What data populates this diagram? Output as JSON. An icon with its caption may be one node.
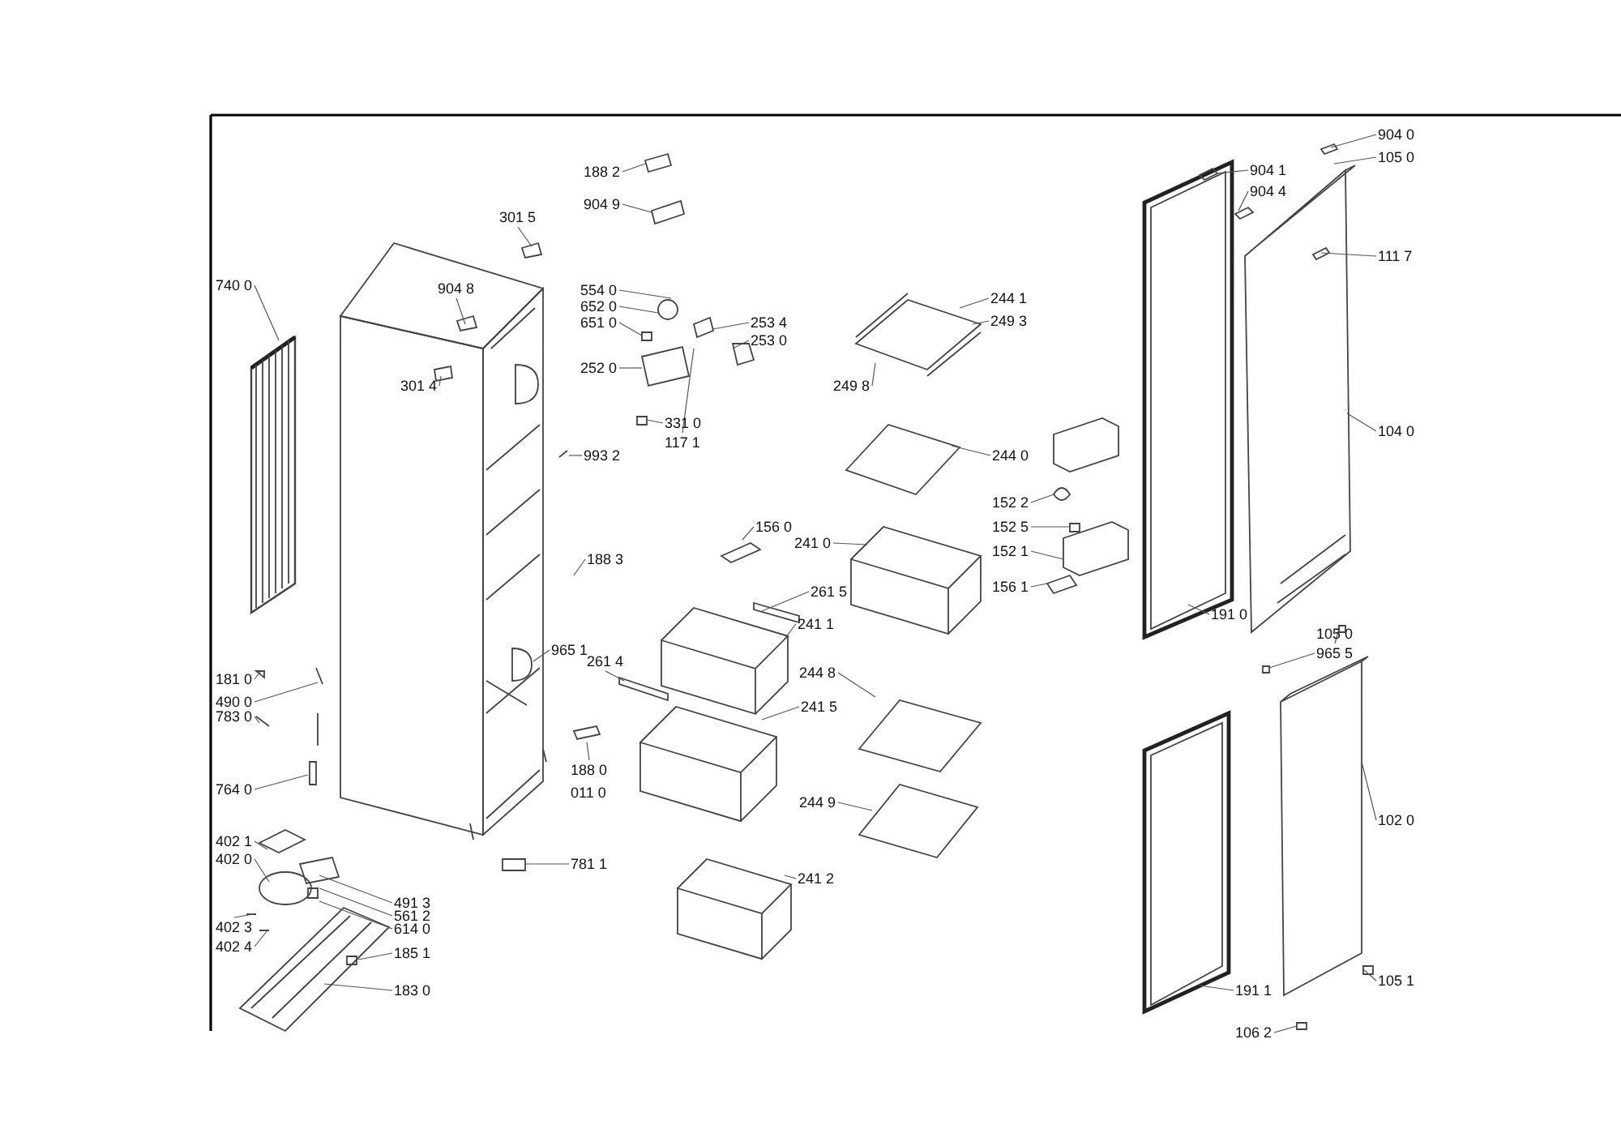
{
  "diagram": {
    "nodes": [
      {
        "text": [
          "188 2"
        ]
      },
      {
        "text": [
          "904 9"
        ]
      },
      {
        "text": [
          "301 5"
        ]
      },
      {
        "text": [
          "740 0"
        ]
      },
      {
        "text": [
          "904 8"
        ]
      },
      {
        "text": [
          "554 0"
        ]
      },
      {
        "text": [
          "652 0"
        ]
      },
      {
        "text": [
          "651 0"
        ]
      },
      {
        "text": [
          "253 4"
        ]
      },
      {
        "text": [
          "253 0"
        ]
      },
      {
        "text": [
          "252 0"
        ]
      },
      {
        "text": [
          "301 4"
        ]
      },
      {
        "text": [
          "331 0"
        ]
      },
      {
        "text": [
          "117 1"
        ]
      },
      {
        "text": [
          "993 2"
        ]
      },
      {
        "text": [
          "244 1"
        ]
      },
      {
        "text": [
          "249 3"
        ]
      },
      {
        "text": [
          "249 8"
        ]
      },
      {
        "text": [
          "244 0"
        ]
      },
      {
        "text": [
          "156 0"
        ]
      },
      {
        "text": [
          "152 2"
        ]
      },
      {
        "text": [
          "152 5"
        ]
      },
      {
        "text": [
          "152 1"
        ]
      },
      {
        "text": [
          "156 1"
        ]
      },
      {
        "text": [
          "188 3"
        ]
      },
      {
        "text": [
          "241 0"
        ]
      },
      {
        "text": [
          "261 5"
        ]
      },
      {
        "text": [
          "241 1"
        ]
      },
      {
        "text": [
          "261 4"
        ]
      },
      {
        "text": [
          "244 8"
        ]
      },
      {
        "text": [
          "241 5"
        ]
      },
      {
        "text": [
          "244 9"
        ]
      },
      {
        "text": [
          "241 2"
        ]
      },
      {
        "text": [
          "965 1"
        ]
      },
      {
        "text": [
          "181 0"
        ]
      },
      {
        "text": [
          "490 0"
        ]
      },
      {
        "text": [
          "783 0"
        ]
      },
      {
        "text": [
          "764 0"
        ]
      },
      {
        "text": [
          "188 0"
        ]
      },
      {
        "text": [
          "781 1"
        ]
      },
      {
        "text": [
          "402 1"
        ]
      },
      {
        "text": [
          "402 0"
        ]
      },
      {
        "text": [
          "491 3"
        ]
      },
      {
        "text": [
          "561 2"
        ]
      },
      {
        "text": [
          "614 0"
        ]
      },
      {
        "text": [
          "402 3"
        ]
      },
      {
        "text": [
          "402 4"
        ]
      },
      {
        "text": [
          "185 1"
        ]
      },
      {
        "text": [
          "183 0"
        ]
      },
      {
        "text": [
          "904 0"
        ]
      },
      {
        "text": [
          "904 1"
        ]
      },
      {
        "text": [
          "105 0"
        ]
      },
      {
        "text": [
          "904 4"
        ]
      },
      {
        "text": [
          "111 7"
        ]
      },
      {
        "text": [
          "104 0"
        ]
      },
      {
        "text": [
          "191 0"
        ]
      },
      {
        "text": [
          "105 0"
        ]
      },
      {
        "text": [
          "965 5"
        ]
      },
      {
        "text": [
          "102 0"
        ]
      },
      {
        "text": [
          "191 1"
        ]
      },
      {
        "text": [
          "105 1"
        ]
      },
      {
        "text": [
          "106 2"
        ]
      }
    ],
    "edges": [
      {
        "from": 0,
        "to": null,
        "arrow": "none"
      },
      {
        "from": 1,
        "to": null,
        "arrow": "none"
      },
      {
        "from": 2,
        "to": null,
        "arrow": "none"
      },
      {
        "from": 3,
        "to": null,
        "arrow": "none"
      },
      {
        "from": 4,
        "to": null,
        "arrow": "none"
      },
      {
        "from": 5,
        "to": null,
        "arrow": "none"
      },
      {
        "from": 6,
        "to": null,
        "arrow": "none"
      },
      {
        "from": 7,
        "to": null,
        "arrow": "none"
      },
      {
        "from": 8,
        "to": null,
        "arrow": "none"
      },
      {
        "from": 9,
        "to": null,
        "arrow": "none"
      },
      {
        "from": 10,
        "to": null,
        "arrow": "none"
      },
      {
        "from": 11,
        "to": null,
        "arrow": "none"
      },
      {
        "from": 12,
        "to": null,
        "arrow": "none"
      },
      {
        "from": 13,
        "to": null,
        "arrow": "none"
      },
      {
        "from": 14,
        "to": null,
        "arrow": "none"
      },
      {
        "from": 15,
        "to": null,
        "arrow": "none"
      },
      {
        "from": 16,
        "to": null,
        "arrow": "none"
      },
      {
        "from": 17,
        "to": null,
        "arrow": "none"
      },
      {
        "from": 18,
        "to": null,
        "arrow": "none"
      },
      {
        "from": 19,
        "to": null,
        "arrow": "none"
      },
      {
        "from": 20,
        "to": null,
        "arrow": "none"
      },
      {
        "from": 21,
        "to": null,
        "arrow": "none"
      },
      {
        "from": 22,
        "to": null,
        "arrow": "none"
      },
      {
        "from": 23,
        "to": null,
        "arrow": "none"
      },
      {
        "from": 24,
        "to": null,
        "arrow": "none"
      },
      {
        "from": 25,
        "to": null,
        "arrow": "none"
      },
      {
        "from": 26,
        "to": null,
        "arrow": "none"
      },
      {
        "from": 27,
        "to": null,
        "arrow": "none"
      },
      {
        "from": 28,
        "to": null,
        "arrow": "none"
      },
      {
        "from": 29,
        "to": null,
        "arrow": "none"
      },
      {
        "from": 30,
        "to": null,
        "arrow": "none"
      },
      {
        "from": 31,
        "to": null,
        "arrow": "none"
      },
      {
        "from": 32,
        "to": null,
        "arrow": "none"
      },
      {
        "from": 33,
        "to": null,
        "arrow": "none"
      },
      {
        "from": 34,
        "to": null,
        "arrow": "none"
      },
      {
        "from": 35,
        "to": null,
        "arrow": "none"
      },
      {
        "from": 36,
        "to": null,
        "arrow": "none"
      },
      {
        "from": 37,
        "to": null,
        "arrow": "none"
      },
      {
        "from": 38,
        "to": null,
        "arrow": "none"
      },
      {
        "from": 39,
        "to": null,
        "arrow": "none"
      },
      {
        "from": 40,
        "to": null,
        "arrow": "none"
      },
      {
        "from": 41,
        "to": null,
        "arrow": "none"
      },
      {
        "from": 42,
        "to": null,
        "arrow": "none"
      },
      {
        "from": 43,
        "to": null,
        "arrow": "none"
      },
      {
        "from": 44,
        "to": null,
        "arrow": "none"
      },
      {
        "from": 45,
        "to": null,
        "arrow": "none"
      },
      {
        "from": 46,
        "to": null,
        "arrow": "none"
      },
      {
        "from": 47,
        "to": null,
        "arrow": "none"
      },
      {
        "from": 48,
        "to": null,
        "arrow": "none"
      },
      {
        "from": 49,
        "to": null,
        "arrow": "none"
      },
      {
        "from": 50,
        "to": null,
        "arrow": "none"
      },
      {
        "from": 51,
        "to": null,
        "arrow": "none"
      },
      {
        "from": 52,
        "to": null,
        "arrow": "none"
      },
      {
        "from": 53,
        "to": null,
        "arrow": "none"
      },
      {
        "from": 54,
        "to": null,
        "arrow": "none"
      },
      {
        "from": 55,
        "to": null,
        "arrow": "none"
      },
      {
        "from": 56,
        "to": null,
        "arrow": "none"
      },
      {
        "from": 57,
        "to": null,
        "arrow": "none"
      },
      {
        "from": 58,
        "to": null,
        "arrow": "none"
      },
      {
        "from": 59,
        "to": null,
        "arrow": "none"
      },
      {
        "from": 60,
        "to": null,
        "arrow": "none"
      },
      {
        "from": 61,
        "to": null,
        "arrow": "none"
      }
    ],
    "labels": [
      "011 0"
    ]
  }
}
